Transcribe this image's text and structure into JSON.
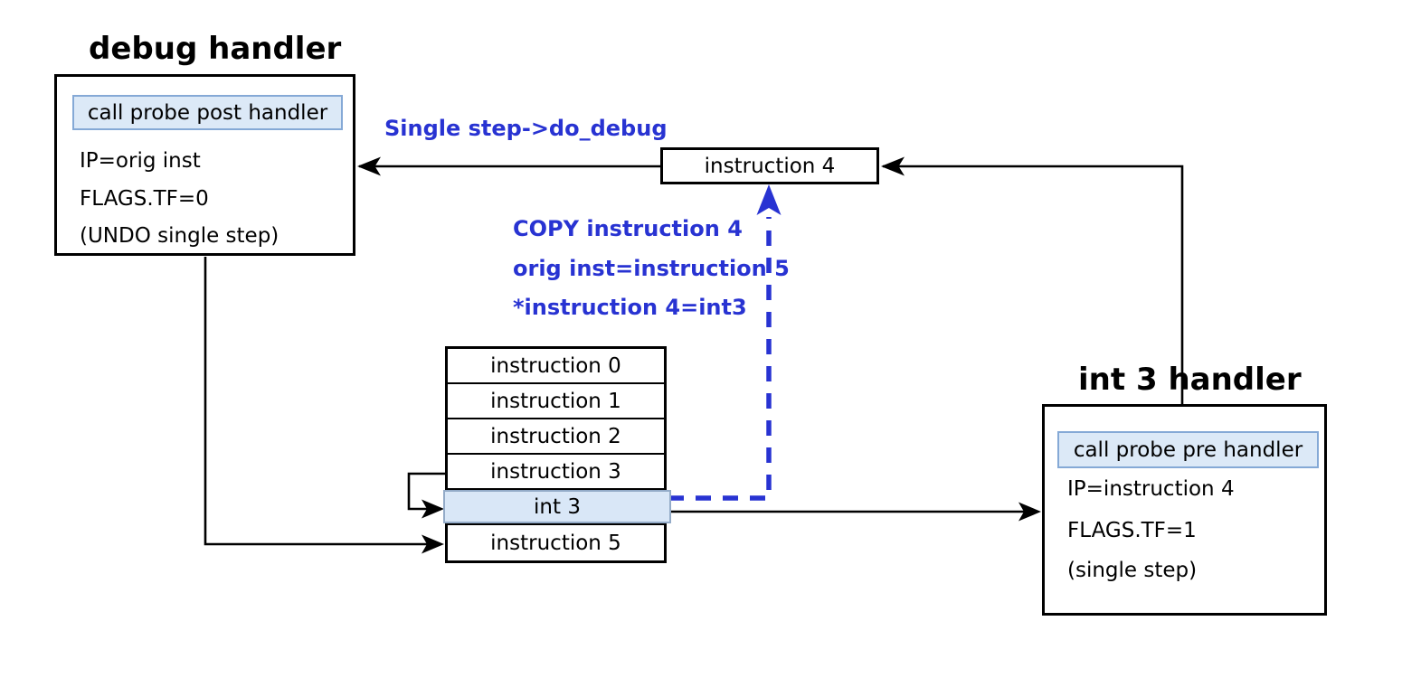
{
  "debug_handler": {
    "title": "debug handler",
    "highlight_label": "call probe post handler",
    "line1": "IP=orig inst",
    "line2": "FLAGS.TF=0",
    "line3": "(UNDO single step)"
  },
  "int3_handler": {
    "title": "int 3 handler",
    "highlight_label": "call probe pre handler",
    "line1": "IP=instruction 4",
    "line2": "FLAGS.TF=1",
    "line3": "(single step)"
  },
  "instruction4_box": {
    "label": "instruction 4"
  },
  "instruction_list": {
    "rows": [
      "instruction 0",
      "instruction 1",
      "instruction 2",
      "instruction 3",
      "int 3",
      "instruction 5"
    ],
    "highlighted_row": "int 3"
  },
  "annotations": {
    "single_step": "Single step->do_debug",
    "copy1": "COPY instruction 4",
    "copy2": "orig inst=instruction 5",
    "copy3": "*instruction 4=int3"
  },
  "colors": {
    "annotation_blue": "#2833d2",
    "highlight_fill": "#dce9f7",
    "highlight_border": "#85a9d6",
    "row_highlight_fill": "#d9e7f7",
    "row_highlight_border": "#93abc8",
    "line_black": "#000000"
  }
}
